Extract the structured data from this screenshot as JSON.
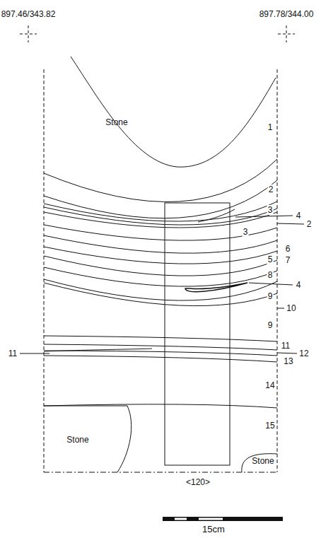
{
  "diagram": {
    "nodes": [
      {
        "text": [
          "Stone"
        ]
      },
      {
        "text": [
          "Stone"
        ]
      },
      {
        "text": [
          "Stone"
        ]
      }
    ],
    "labels": [
      "897.46/343.82",
      "897.78/344.00",
      "1",
      "2",
      "3",
      "4",
      "2",
      "3",
      "5",
      "6",
      "7",
      "8",
      "4",
      "9",
      "10",
      "9",
      "11",
      "12",
      "13",
      "11",
      "14",
      "15",
      "<120>",
      "15cm"
    ]
  }
}
